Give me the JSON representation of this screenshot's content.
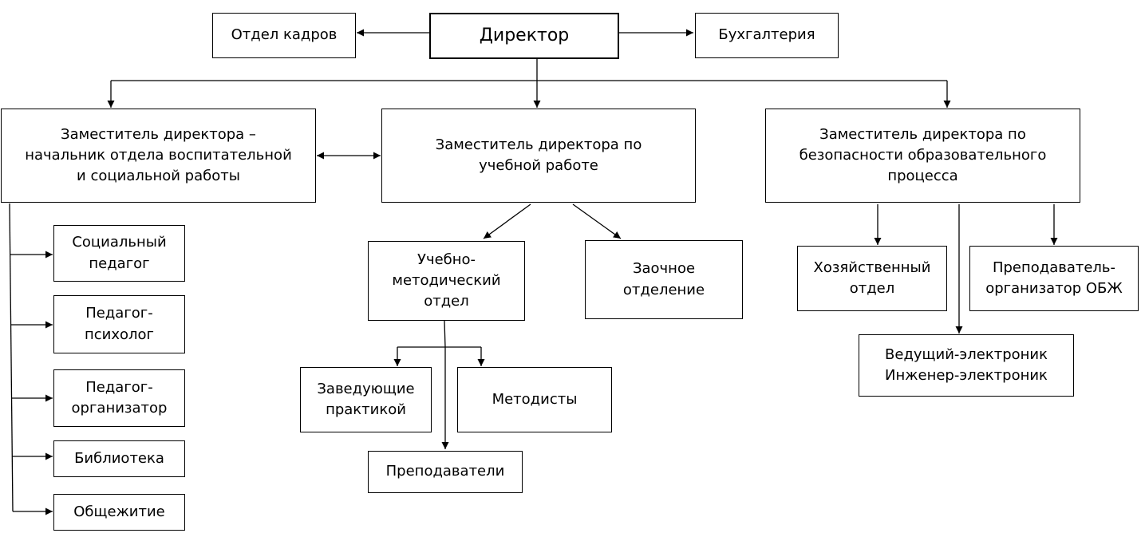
{
  "org_chart": {
    "director": "Директор",
    "hr_department": "Отдел кадров",
    "accounting": "Бухгалтерия",
    "deputies": {
      "educational_social": [
        "Заместитель директора –",
        "начальник отдела воспитательной",
        "и социальной работы"
      ],
      "academic": [
        "Заместитель директора по",
        "учебной работе"
      ],
      "safety": [
        "Заместитель директора по",
        "безопасности образовательного",
        "процесса"
      ]
    },
    "educational_social_units": {
      "social_pedagogue": [
        "Социальный",
        "педагог"
      ],
      "psychologist": [
        "Педагог-",
        "психолог"
      ],
      "organizer": [
        "Педагог-",
        "организатор"
      ],
      "library": "Библиотека",
      "dormitory": "Общежитие"
    },
    "academic_units": {
      "methodical_department": [
        "Учебно-",
        "методический",
        "отдел"
      ],
      "correspondence_department": [
        "Заочное",
        "отделение"
      ],
      "practice_heads": [
        "Заведующие",
        "практикой"
      ],
      "methodologists": "Методисты",
      "teachers": "Преподаватели"
    },
    "safety_units": {
      "maintenance_department": [
        "Хозяйственный",
        "отдел"
      ],
      "obzh_teacher": [
        "Преподаватель-",
        "организатор ОБЖ"
      ],
      "electronics": [
        "Ведущий-электроник",
        "Инженер-электроник"
      ]
    }
  }
}
